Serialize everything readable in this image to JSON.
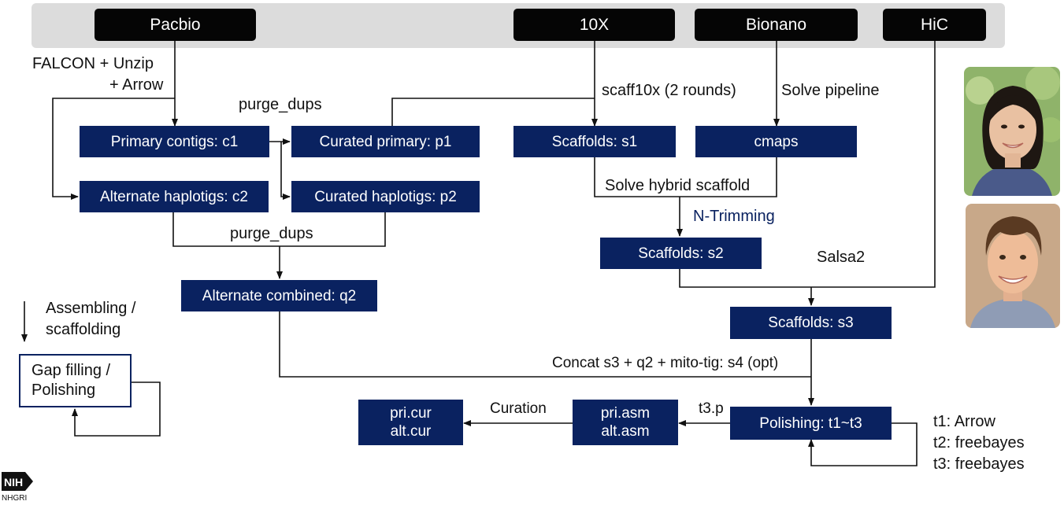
{
  "sources": {
    "pacbio": "Pacbio",
    "tenx": "10X",
    "bionano": "Bionano",
    "hic": "HiC"
  },
  "boxes": {
    "primary_contigs": "Primary contigs: c1",
    "alternate_haplotigs": "Alternate haplotigs: c2",
    "curated_primary": "Curated primary: p1",
    "curated_haplotigs": "Curated haplotigs: p2",
    "alternate_combined": "Alternate combined: q2",
    "scaffolds_s1": "Scaffolds: s1",
    "cmaps": "cmaps",
    "scaffolds_s2": "Scaffolds: s2",
    "scaffolds_s3": "Scaffolds: s3",
    "polishing": "Polishing: t1~t3",
    "asm_line1": "pri.asm",
    "asm_line2": "alt.asm",
    "cur_line1": "pri.cur",
    "cur_line2": "alt.cur"
  },
  "labels": {
    "falcon_line1": "FALCON + Unzip",
    "falcon_line2": "+ Arrow",
    "purge_dups_top": "purge_dups",
    "purge_dups_bottom": "purge_dups",
    "scaff10x": "scaff10x (2 rounds)",
    "solve_pipeline": "Solve pipeline",
    "solve_hybrid": "Solve hybrid scaffold",
    "n_trimming": "N-Trimming",
    "salsa2": "Salsa2",
    "concat": "Concat s3 + q2 + mito-tig: s4 (opt)",
    "t3p": "t3.p",
    "curation": "Curation",
    "t1": "t1: Arrow",
    "t2": "t2: freebayes",
    "t3": "t3: freebayes"
  },
  "legend": {
    "arrow_line1": "Assembling /",
    "arrow_line2": "scaffolding",
    "loop_line1": "Gap filling /",
    "loop_line2": "Polishing"
  },
  "logo": {
    "nih": "NIH",
    "nhgri": "NHGRI"
  },
  "colors": {
    "box_fill": "#0a2260",
    "source_fill": "#050505",
    "band_fill": "#dcdcdc",
    "n_trimming_text": "#0a2260"
  }
}
